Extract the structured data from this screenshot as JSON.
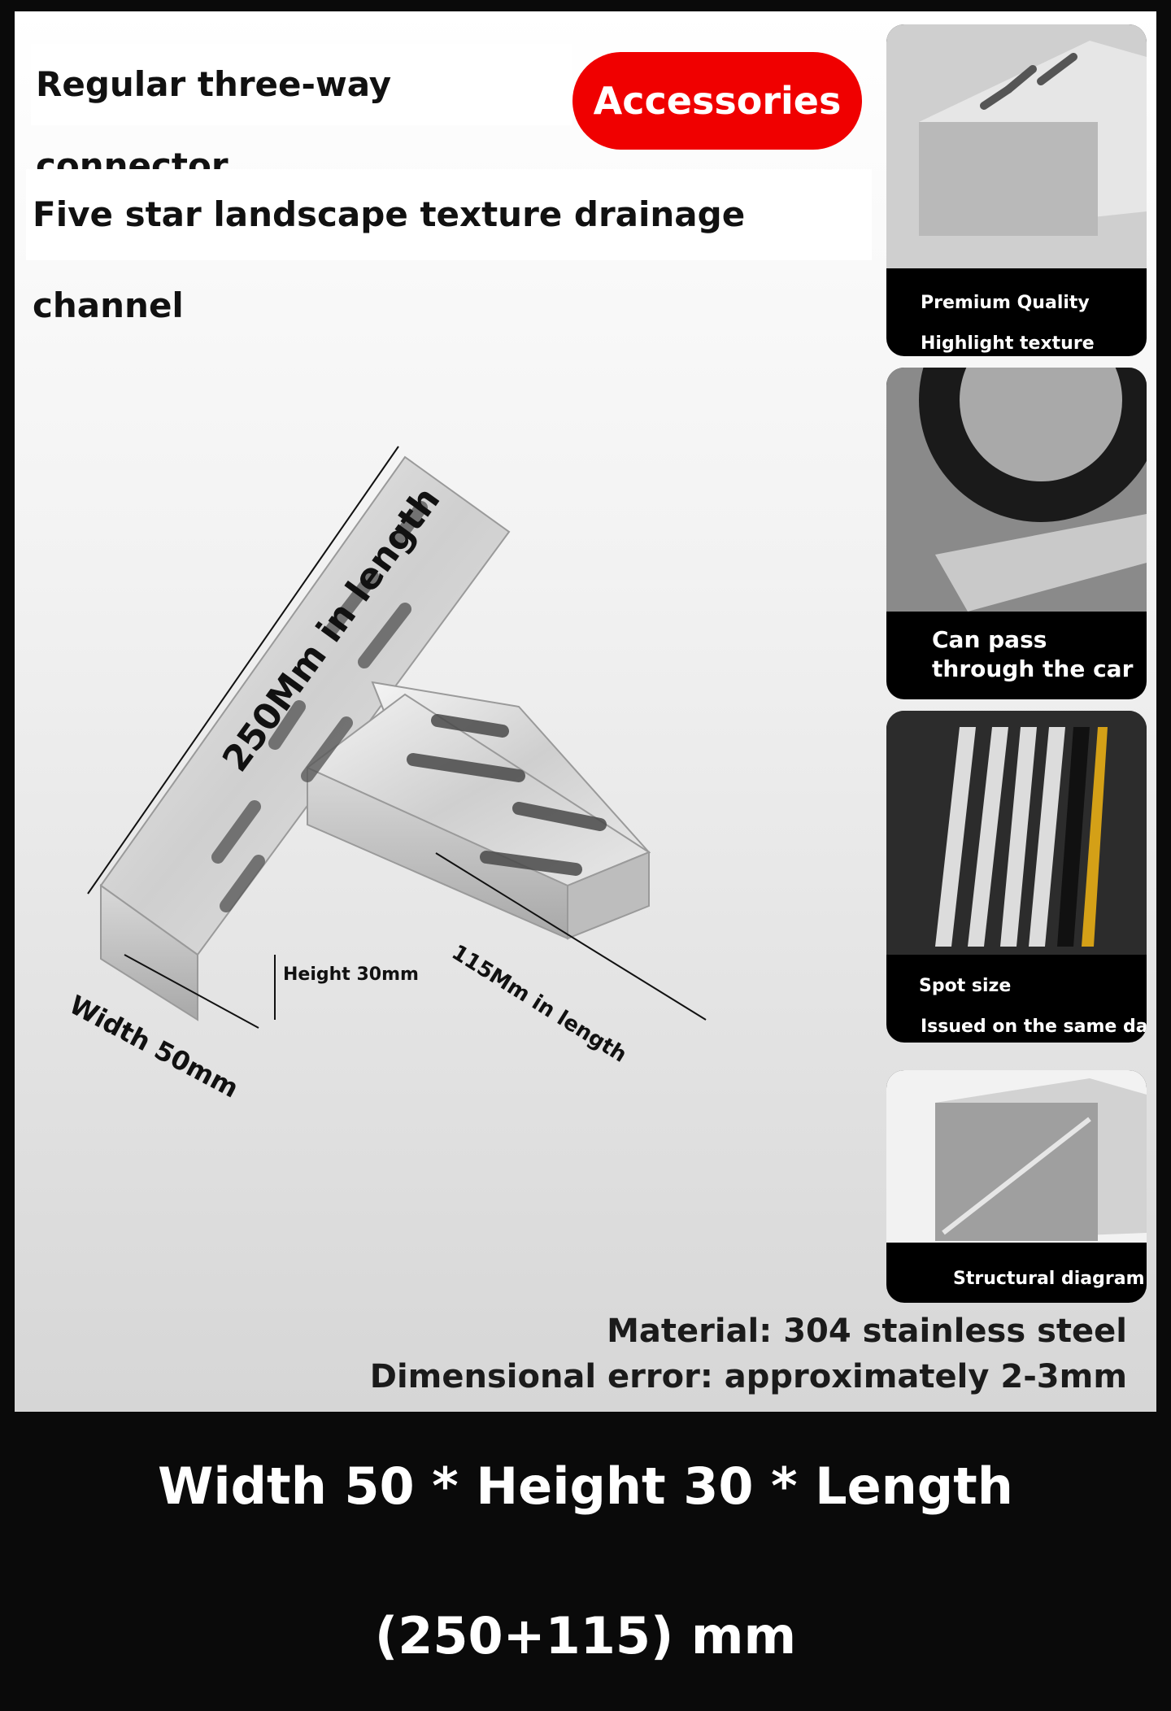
{
  "header": {
    "title": "Regular three-way connector",
    "badge": "Accessories",
    "subtitle": "Five star landscape texture drainage channel"
  },
  "dimensions": {
    "long_length": "250Mm in length",
    "short_length": "115Mm in length",
    "height": "Height 30mm",
    "width": "Width 50mm"
  },
  "cards": [
    {
      "lines": [
        "Premium Quality",
        "Highlight texture"
      ]
    },
    {
      "lines": [
        "Can pass",
        "through the car"
      ]
    },
    {
      "lines": [
        "Spot size",
        "Issued on the same day"
      ]
    },
    {
      "lines": [
        "Structural diagram"
      ]
    }
  ],
  "specs": {
    "material": "Material: 304 stainless steel",
    "error": "Dimensional error: approximately 2-3mm"
  },
  "footer": "Width 50 * Height 30 * Length (250+115) mm",
  "colors": {
    "accent": "#f00000",
    "background": "#0a0a0a"
  }
}
